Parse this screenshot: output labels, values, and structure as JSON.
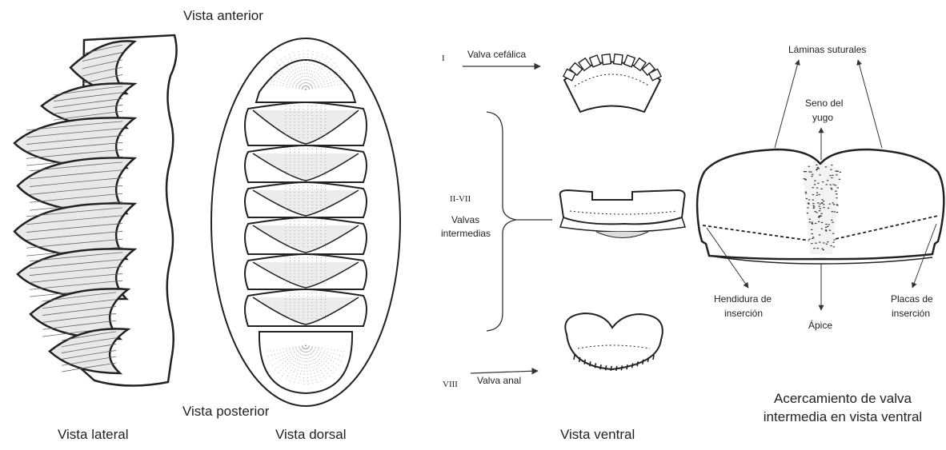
{
  "header": {
    "anterior": "Vista anterior",
    "posterior": "Vista posterior"
  },
  "captions": {
    "lateral": "Vista lateral",
    "dorsal": "Vista dorsal",
    "ventral": "Vista ventral",
    "closeup_line1": "Acercamiento de valva",
    "closeup_line2": "intermedia en vista ventral"
  },
  "ventral": {
    "cephalic": {
      "numeral": "I",
      "label": "Valva cefálica"
    },
    "intermediate": {
      "numeral": "II-VII",
      "label_line1": "Valvas",
      "label_line2": "intermedias"
    },
    "anal": {
      "numeral": "VIII",
      "label": "Valva anal"
    }
  },
  "closeup": {
    "sutural": "Láminas suturales",
    "sinus_line1": "Seno del",
    "sinus_line2": "yugo",
    "slit_line1": "Hendidura de",
    "slit_line2": "inserción",
    "plates_line1": "Placas de",
    "plates_line2": "inserción",
    "apex": "Ápice"
  }
}
